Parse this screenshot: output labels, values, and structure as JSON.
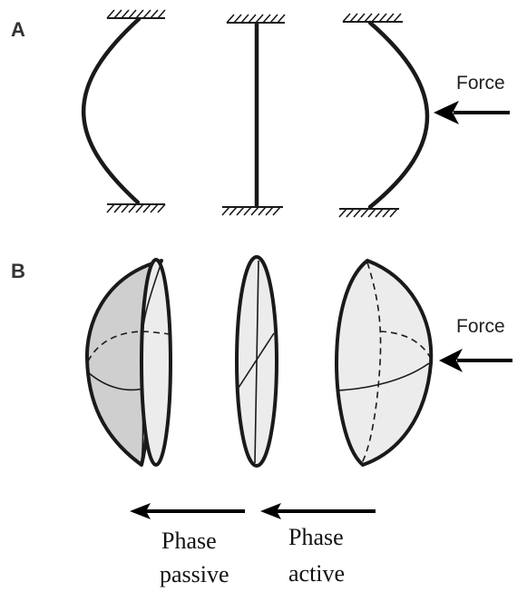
{
  "panels": {
    "a": {
      "letter": "A",
      "force_label": "Force"
    },
    "b": {
      "letter": "B",
      "force_label": "Force"
    }
  },
  "phases": {
    "passive": {
      "line1": "Phase",
      "line2": "passive"
    },
    "active": {
      "line1": "Phase",
      "line2": "active"
    }
  },
  "colors": {
    "stroke": "#1a1a1a",
    "lens_fill": "#ececec",
    "lens_shaded": "#cfcfcf"
  }
}
